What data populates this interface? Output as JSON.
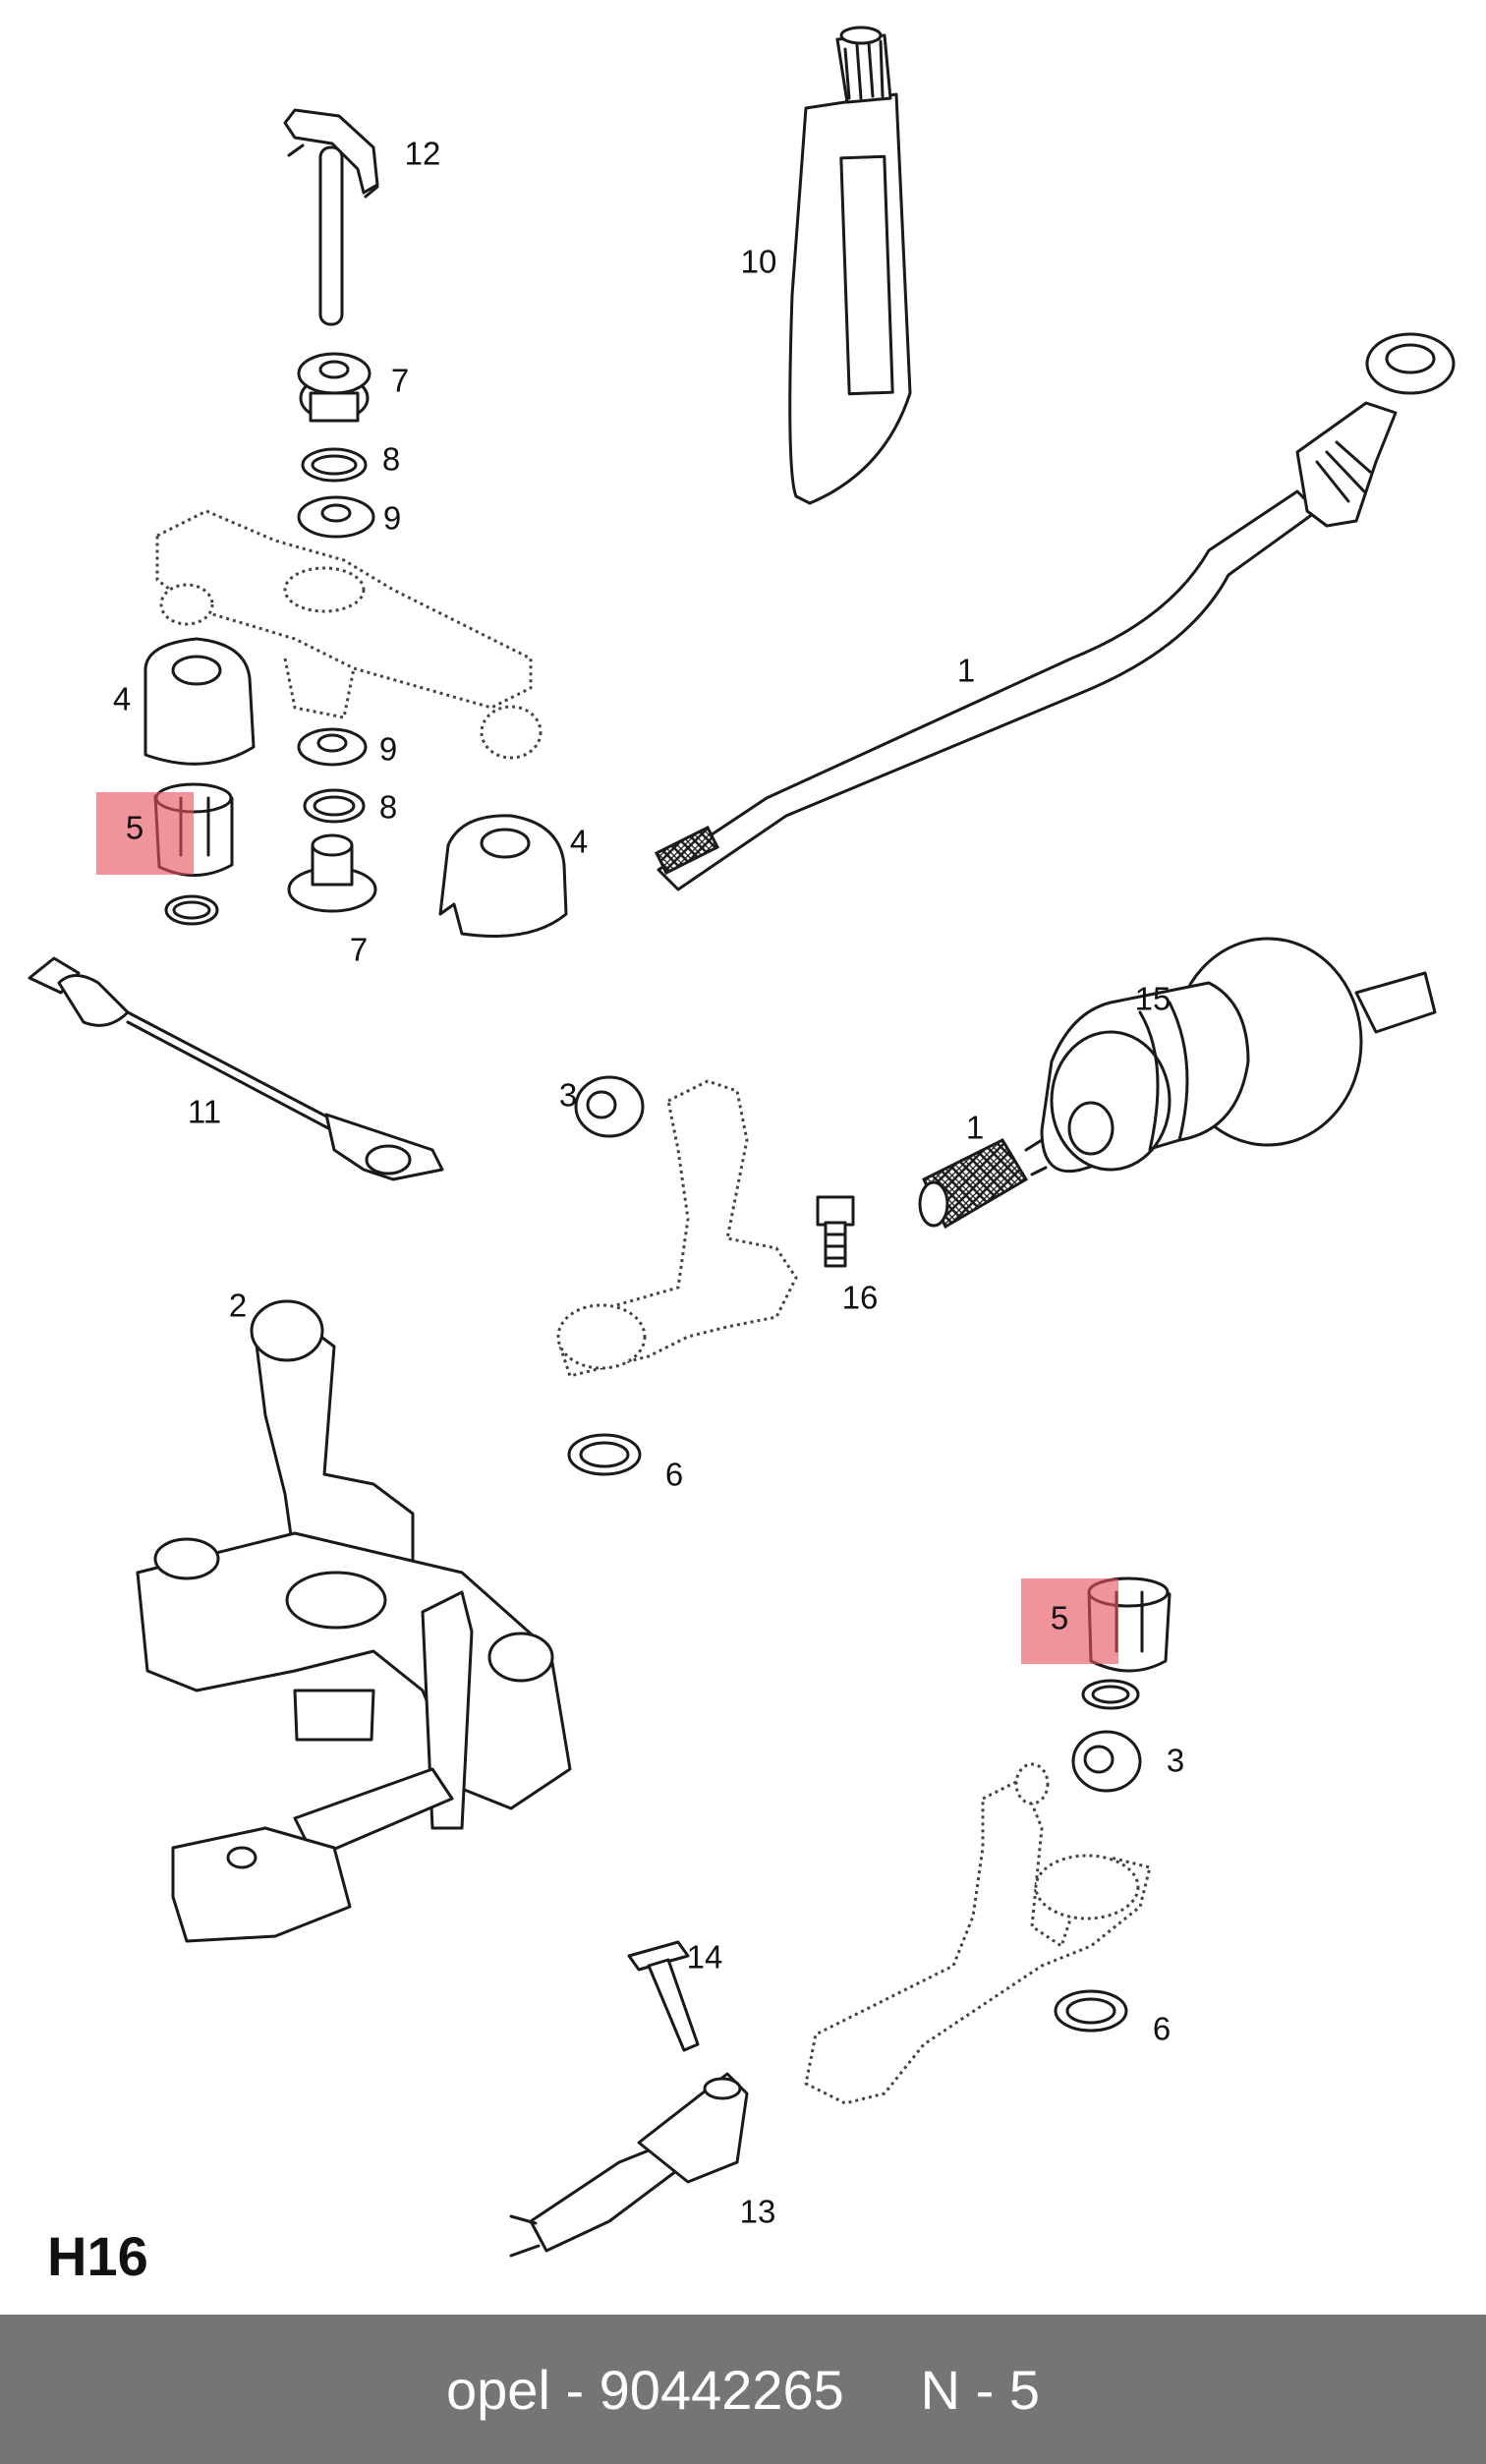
{
  "diagram": {
    "page_code": "H16",
    "callouts": {
      "c1_shift_rod": "1",
      "c1_shift_rod_end": "1",
      "c2_selector_lever": "2",
      "c3_bush_top": "3",
      "c3_bush_bottom": "3",
      "c4_cap_left": "4",
      "c4_cap_right": "4",
      "c5_sleeve_left": "5",
      "c5_sleeve_right": "5",
      "c6_circlip_mid": "6",
      "c6_circlip_bottom": "6",
      "c7_pivot_top": "7",
      "c7_pivot_bottom": "7",
      "c8_ring_top": "8",
      "c8_ring_bottom": "8",
      "c9_washer_top": "9",
      "c9_washer_bottom": "9",
      "c10_grease_tube": "10",
      "c11_cable": "11",
      "c12_pin_clip": "12",
      "c13_clamp": "13",
      "c14_bolt_small": "14",
      "c15_gaiter": "15",
      "c16_bolt": "16"
    },
    "highlight_color": "#e8505c"
  },
  "footer": {
    "label": "opel - 90442265     N - 5",
    "background": "#757575",
    "text_color": "#ffffff"
  }
}
